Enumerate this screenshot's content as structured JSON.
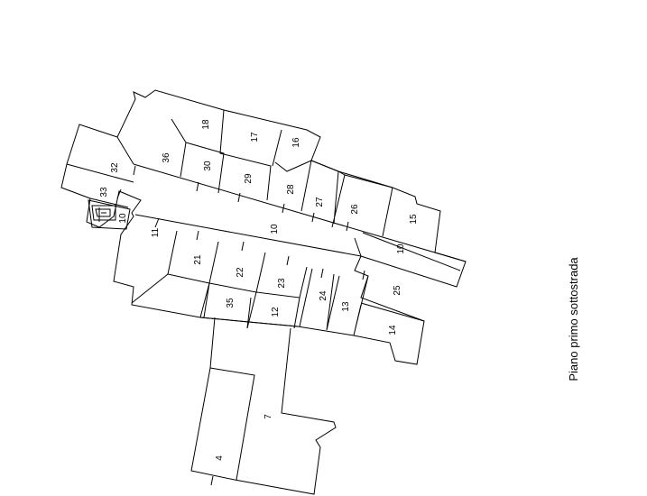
{
  "caption": "Piano primo sottostrada",
  "colors": {
    "line": "#000000",
    "background": "#ffffff"
  },
  "labels": {
    "l4": "4",
    "l7": "7",
    "l10a": "10",
    "l10b": "10",
    "l10c": "10",
    "l11": "11",
    "l12": "12",
    "l13": "13",
    "l14": "14",
    "l15": "15",
    "l16": "16",
    "l17": "17",
    "l18": "18",
    "l21": "21",
    "l22": "22",
    "l23": "23",
    "l24": "24",
    "l25": "25",
    "l26": "26",
    "l27": "27",
    "l28": "28",
    "l29": "29",
    "l30": "30",
    "l32": "32",
    "l33": "33",
    "l35": "35",
    "l36": "36"
  }
}
